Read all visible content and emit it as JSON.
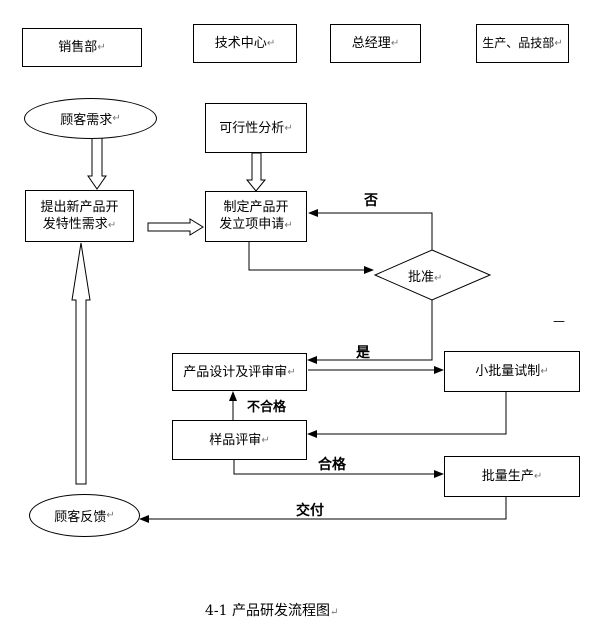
{
  "departments": {
    "sales": "销售部",
    "tech": "技术中心",
    "gm": "总经理",
    "production": "生产、品技部"
  },
  "nodes": {
    "customer_demand": "顾客需求",
    "propose_line1": "提出新产品开",
    "propose_line2": "发特性需求",
    "feasibility": "可行性分析",
    "formulate_line1": "制定产品开",
    "formulate_line2": "发立项申请",
    "approve": "批准",
    "design_review": "产品设计及评审审",
    "small_trial": "小批量试制",
    "sample_review": "样品评审",
    "mass_production": "批量生产",
    "customer_feedback": "顾客反馈"
  },
  "edge_labels": {
    "no": "否",
    "yes": "是",
    "unqualified": "不合格",
    "qualified": "合格",
    "deliver": "交付"
  },
  "para_mark": "↵",
  "stray_dash": "—",
  "caption": "4-1   产品研发流程图"
}
